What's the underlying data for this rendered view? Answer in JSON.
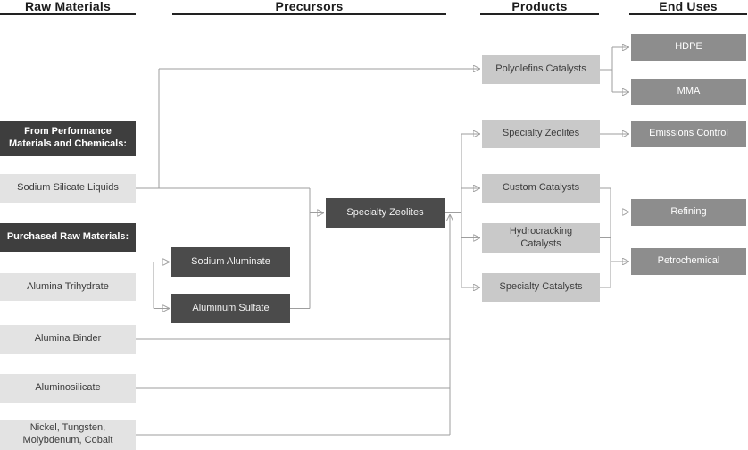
{
  "columns": [
    "Raw Materials",
    "Precursors",
    "Products",
    "End Uses"
  ],
  "nodes": {
    "from_performance_header": "From Performance\nMaterials and Chemicals:",
    "sodium_silicate_liquids": "Sodium Silicate Liquids",
    "purchased_header": "Purchased Raw Materials:",
    "alumina_trihydrate": "Alumina Trihydrate",
    "alumina_binder": "Alumina Binder",
    "aluminosilicate": "Aluminosilicate",
    "nickel_tungsten": "Nickel, Tungsten,\nMolybdenum, Cobalt",
    "sodium_aluminate": "Sodium Aluminate",
    "aluminum_sulfate": "Aluminum Sulfate",
    "specialty_zeolites_precursor": "Specialty Zeolites",
    "polyolefins_catalysts": "Polyolefins Catalysts",
    "specialty_zeolites_product": "Specialty Zeolites",
    "custom_catalysts": "Custom Catalysts",
    "hydrocracking_catalysts": "Hydrocracking\nCatalysts",
    "specialty_catalysts": "Specialty Catalysts",
    "hdpe": "HDPE",
    "mma": "MMA",
    "emissions_control": "Emissions Control",
    "refining": "Refining",
    "petrochemical": "Petrochemical"
  },
  "edges": [
    {
      "from": "sodium_silicate_liquids",
      "to": "polyolefins_catalysts"
    },
    {
      "from": "sodium_silicate_liquids",
      "to": "specialty_zeolites_precursor"
    },
    {
      "from": "alumina_trihydrate",
      "to": "sodium_aluminate"
    },
    {
      "from": "alumina_trihydrate",
      "to": "aluminum_sulfate"
    },
    {
      "from": "sodium_aluminate",
      "to": "specialty_zeolites_precursor"
    },
    {
      "from": "aluminum_sulfate",
      "to": "specialty_zeolites_precursor"
    },
    {
      "from": "alumina_binder",
      "to": "specialty_zeolites_precursor"
    },
    {
      "from": "aluminosilicate",
      "to": "specialty_zeolites_precursor"
    },
    {
      "from": "nickel_tungsten",
      "to": "specialty_zeolites_precursor"
    },
    {
      "from": "specialty_zeolites_precursor",
      "to": "specialty_zeolites_product"
    },
    {
      "from": "specialty_zeolites_precursor",
      "to": "custom_catalysts"
    },
    {
      "from": "specialty_zeolites_precursor",
      "to": "hydrocracking_catalysts"
    },
    {
      "from": "specialty_zeolites_precursor",
      "to": "specialty_catalysts"
    },
    {
      "from": "polyolefins_catalysts",
      "to": "hdpe"
    },
    {
      "from": "polyolefins_catalysts",
      "to": "mma"
    },
    {
      "from": "specialty_zeolites_product",
      "to": "emissions_control"
    },
    {
      "from": "custom_catalysts",
      "to": "refining"
    },
    {
      "from": "custom_catalysts",
      "to": "petrochemical"
    },
    {
      "from": "hydrocracking_catalysts",
      "to": "refining"
    },
    {
      "from": "hydrocracking_catalysts",
      "to": "petrochemical"
    },
    {
      "from": "specialty_catalysts",
      "to": "refining"
    },
    {
      "from": "specialty_catalysts",
      "to": "petrochemical"
    }
  ],
  "colors": {
    "dark_label_box": "#3e3e3e",
    "dark_precursor_box": "#4b4b4b",
    "light_raw_box": "#e3e3e3",
    "product_box": "#c9c9c9",
    "end_use_box": "#8d8d8d",
    "connector": "#9e9e9e",
    "header_underline": "#222222"
  }
}
